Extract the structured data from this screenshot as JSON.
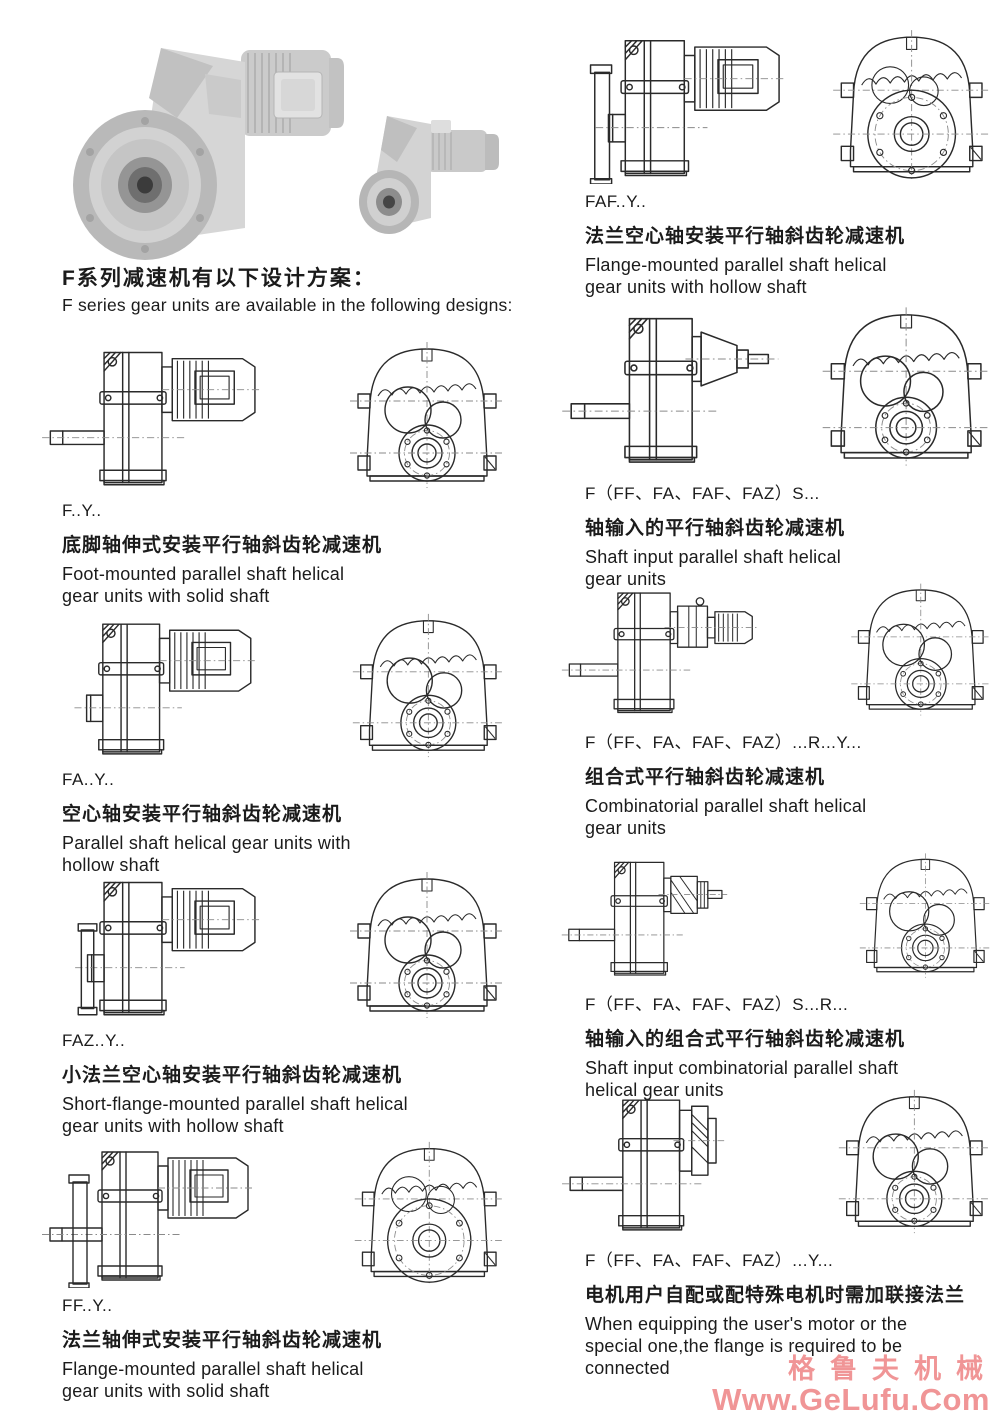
{
  "header": {
    "title_zh": "F系列减速机有以下设计方案：",
    "title_en": "F series gear units are available in the following designs:"
  },
  "photos": {
    "items": [
      "gear-unit-photo-large",
      "gear-unit-photo-small"
    ]
  },
  "sections": [
    {
      "code": "F..Y..",
      "desc_zh": "底脚轴伸式安装平行轴斜齿轮减速机",
      "desc_en": "Foot-mounted parallel shaft helical\ngear units with solid shaft",
      "drawing": {
        "input": "motor",
        "shaft": "solid",
        "flange": "none",
        "front": "std"
      }
    },
    {
      "code": "FA..Y..",
      "desc_zh": "空心轴安装平行轴斜齿轮减速机",
      "desc_en": "Parallel shaft helical gear units with\nhollow shaft",
      "drawing": {
        "input": "motor",
        "shaft": "hollow",
        "flange": "none",
        "front": "std"
      }
    },
    {
      "code": "FAZ..Y..",
      "desc_zh": "小法兰空心轴安装平行轴斜齿轮减速机",
      "desc_en": "Short-flange-mounted parallel shaft helical\ngear units with hollow shaft",
      "drawing": {
        "input": "motor",
        "shaft": "hollow",
        "flange": "small",
        "front": "std"
      }
    },
    {
      "code": "FF..Y..",
      "desc_zh": "法兰轴伸式安装平行轴斜齿轮减速机",
      "desc_en": "Flange-mounted parallel shaft helical\ngear units with solid shaft",
      "drawing": {
        "input": "motor",
        "shaft": "solid",
        "flange": "large",
        "front": "flange"
      }
    },
    {
      "code": "FAF..Y..",
      "desc_zh": "法兰空心轴安装平行轴斜齿轮减速机",
      "desc_en": "Flange-mounted parallel shaft helical\ngear units with hollow shaft",
      "drawing": {
        "input": "motor",
        "shaft": "hollow",
        "flange": "large",
        "front": "flange"
      }
    },
    {
      "code": "F（FF、FA、FAF、FAZ）S...",
      "desc_zh": "轴输入的平行轴斜齿轮减速机",
      "desc_en": "Shaft input parallel shaft helical\ngear units",
      "drawing": {
        "input": "cone",
        "shaft": "solid",
        "flange": "none",
        "front": "std"
      }
    },
    {
      "code": "F（FF、FA、FAF、FAZ）...R...Y...",
      "desc_zh": "组合式平行轴斜齿轮减速机",
      "desc_en": "Combinatorial parallel shaft helical\ngear units",
      "drawing": {
        "input": "rmotor",
        "shaft": "solid",
        "flange": "none",
        "front": "std"
      }
    },
    {
      "code": "F（FF、FA、FAF、FAZ）S...R...",
      "desc_zh": "轴输入的组合式平行轴斜齿轮减速机",
      "desc_en": "Shaft input combinatorial parallel shaft\nhelical gear units",
      "drawing": {
        "input": "rstub",
        "shaft": "solid",
        "flange": "none",
        "front": "std"
      }
    },
    {
      "code": "F（FF、FA、FAF、FAZ）...Y...",
      "desc_zh": "电机用户自配或配特殊电机时需加联接法兰",
      "desc_en": "When equipping the user's motor or the\nspecial one,the flange is required to be\nconnected",
      "drawing": {
        "input": "disc",
        "shaft": "solid",
        "flange": "none",
        "front": "std"
      }
    }
  ],
  "watermark": {
    "line1": "格鲁夫机械",
    "line2": "Www.GeLufu.Com",
    "color": "#f09596"
  }
}
